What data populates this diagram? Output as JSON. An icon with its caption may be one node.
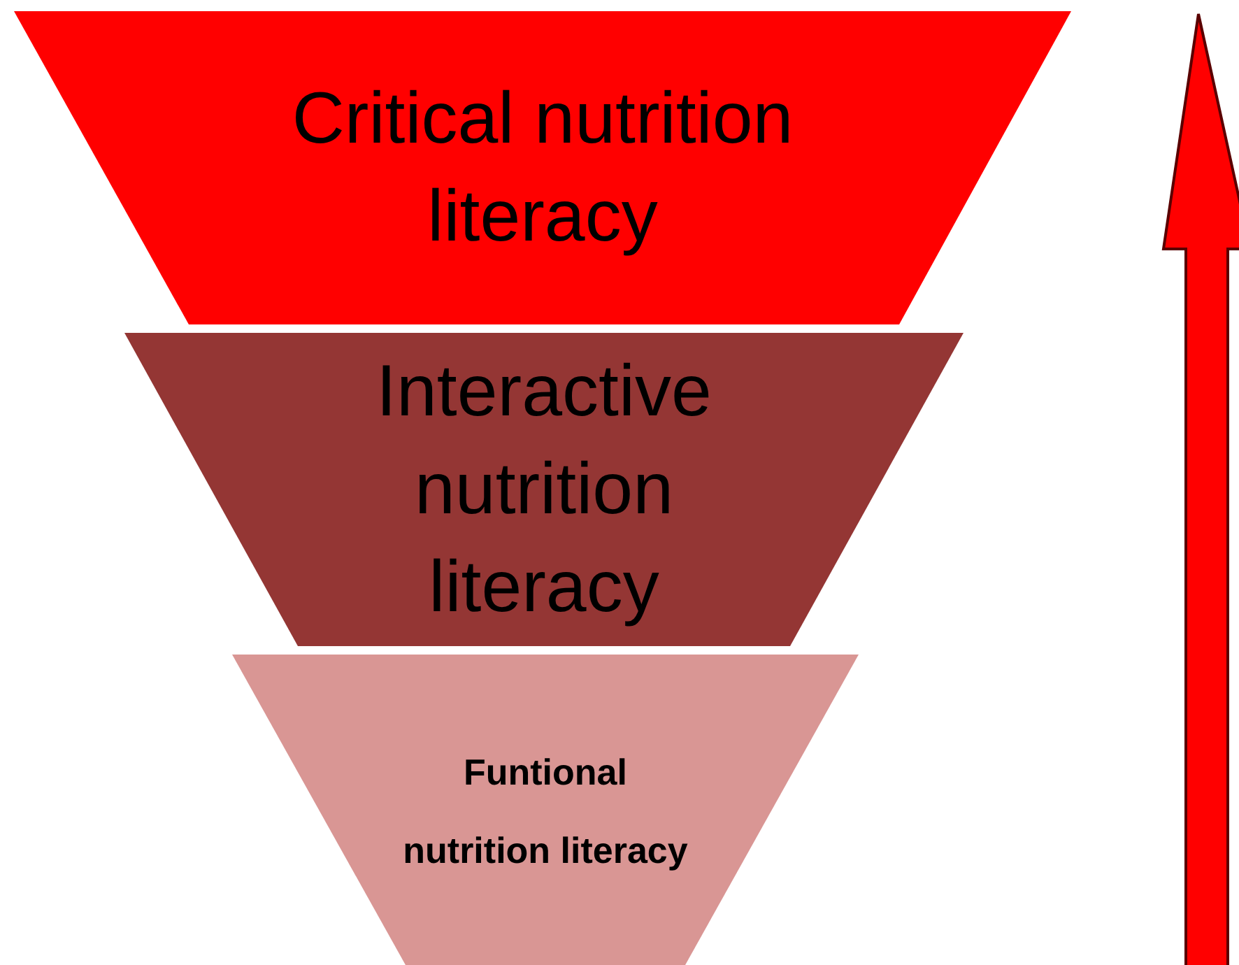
{
  "diagram": {
    "nodes": [
      {
        "text": [
          "Critical nutrition literacy"
        ]
      },
      {
        "text": [
          "Interactive nutrition literacy"
        ]
      },
      {
        "text": [
          "Funtional nutrition literacy"
        ]
      }
    ]
  }
}
